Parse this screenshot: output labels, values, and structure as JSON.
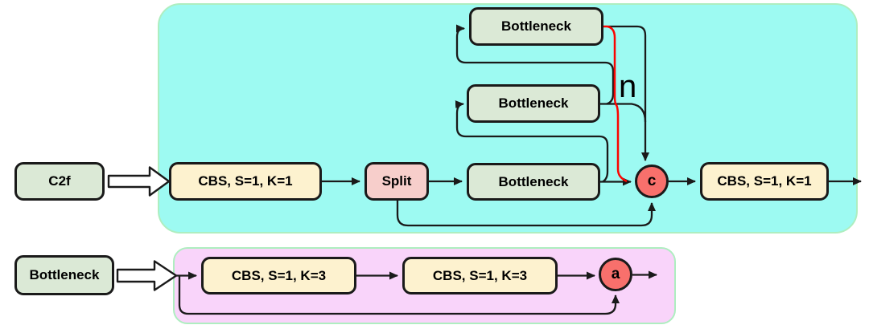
{
  "colors": {
    "canvas-bg": "#ffffff",
    "region-cyan": "#9dfaf2",
    "region-pink": "#f9d4fa",
    "region-border": "#aeeec0",
    "box-green": "#dbe9d6",
    "box-yellow": "#fdf2cf",
    "box-split-pink": "#f7cecb",
    "node-red": "#f8706c",
    "line-black": "#1a1a1a",
    "line-red": "#fb0400",
    "text-black": "#000000"
  },
  "legend": {
    "c2f_label": "C2f",
    "bottleneck_label": "Bottleneck"
  },
  "c2f_module": {
    "cbs_in": "CBS, S=1, K=1",
    "split": "Split",
    "bottleneck_bottom": "Bottleneck",
    "bottleneck_middle": "Bottleneck",
    "bottleneck_top": "Bottleneck",
    "repeat_count": "n",
    "concat_node": "c",
    "cbs_out": "CBS, S=1, K=1"
  },
  "bottleneck_module": {
    "cbs_1": "CBS, S=1, K=3",
    "cbs_2": "CBS, S=1, K=3",
    "add_node": "a"
  }
}
